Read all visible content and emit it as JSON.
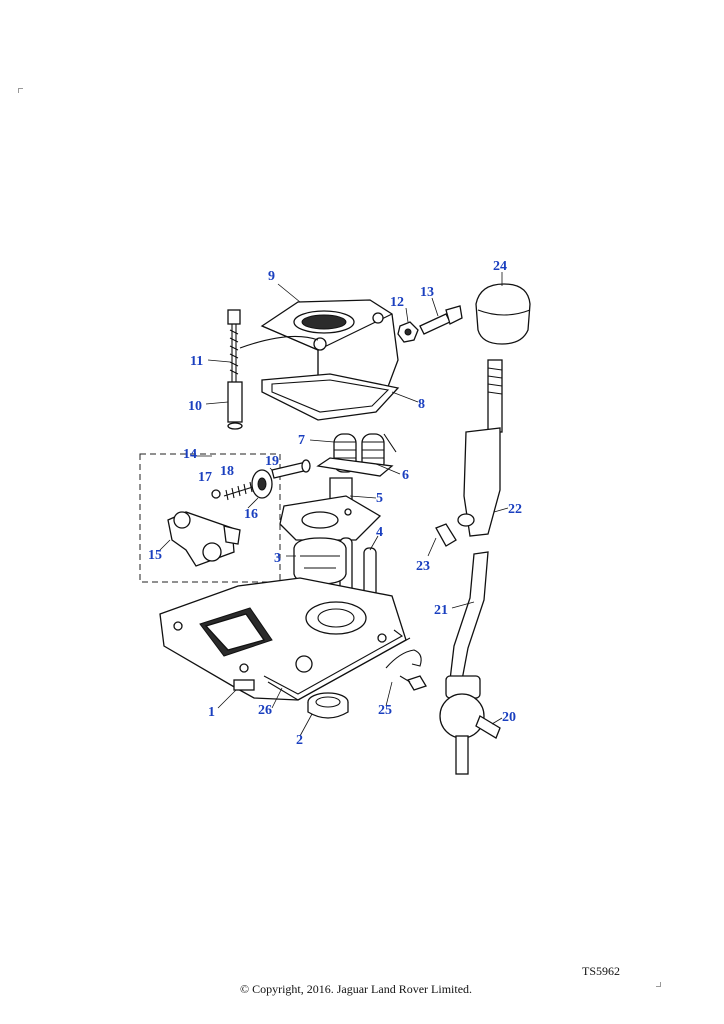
{
  "callouts": {
    "c1": "1",
    "c2": "2",
    "c3": "3",
    "c4": "4",
    "c5": "5",
    "c6": "6",
    "c7": "7",
    "c8": "8",
    "c9": "9",
    "c10": "10",
    "c11": "11",
    "c12": "12",
    "c13": "13",
    "c14": "14",
    "c15": "15",
    "c16": "16",
    "c17": "17",
    "c18": "18",
    "c19": "19",
    "c20": "20",
    "c21": "21",
    "c22": "22",
    "c23": "23",
    "c24": "24",
    "c25": "25",
    "c26": "26"
  },
  "footer": {
    "reference": "TS5962",
    "copyright": "© Copyright, 2016. Jaguar Land Rover Limited."
  },
  "colors": {
    "callout": "#1a3fbf",
    "ink": "#111111"
  }
}
